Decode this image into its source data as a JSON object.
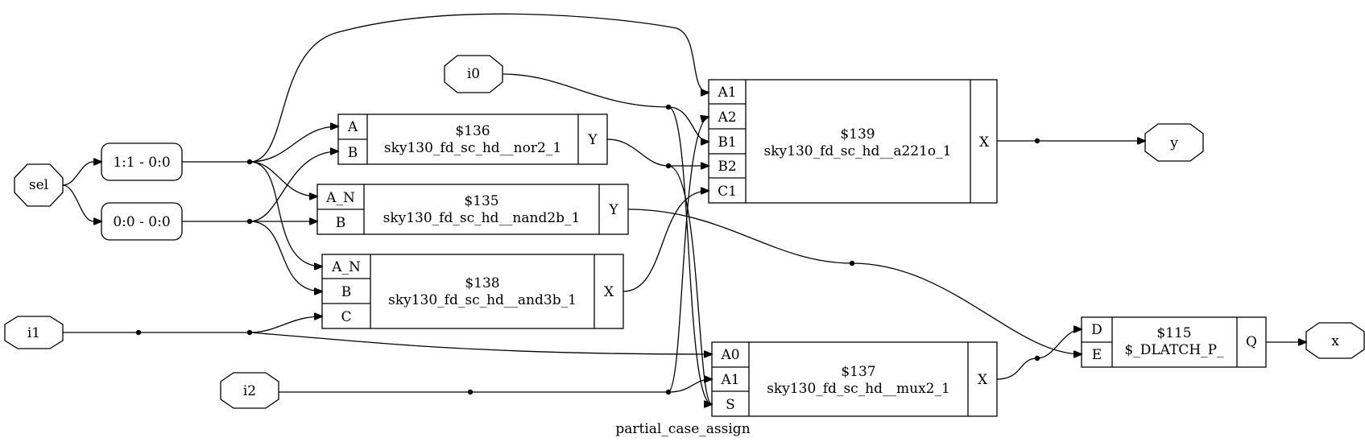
{
  "diagram": {
    "caption": "partial_case_assign",
    "ports": {
      "sel": "sel",
      "i0": "i0",
      "i1": "i1",
      "i2": "i2",
      "y": "y",
      "x": "x"
    },
    "splits": {
      "sel_hi": "1:1 - 0:0",
      "sel_lo": "0:0 - 0:0"
    },
    "cells": {
      "c136": {
        "id": "$136",
        "type": "sky130_fd_sc_hd__nor2_1",
        "inputs": [
          "A",
          "B"
        ],
        "output": "Y"
      },
      "c135": {
        "id": "$135",
        "type": "sky130_fd_sc_hd__nand2b_1",
        "inputs": [
          "A_N",
          "B"
        ],
        "output": "Y"
      },
      "c138": {
        "id": "$138",
        "type": "sky130_fd_sc_hd__and3b_1",
        "inputs": [
          "A_N",
          "B",
          "C"
        ],
        "output": "X"
      },
      "c139": {
        "id": "$139",
        "type": "sky130_fd_sc_hd__a221o_1",
        "inputs": [
          "A1",
          "A2",
          "B1",
          "B2",
          "C1"
        ],
        "output": "X"
      },
      "c137": {
        "id": "$137",
        "type": "sky130_fd_sc_hd__mux2_1",
        "inputs": [
          "A0",
          "A1",
          "S"
        ],
        "output": "X"
      },
      "c115": {
        "id": "$115",
        "type": "$_DLATCH_P_",
        "inputs": [
          "D",
          "E"
        ],
        "output": "Q"
      }
    }
  }
}
